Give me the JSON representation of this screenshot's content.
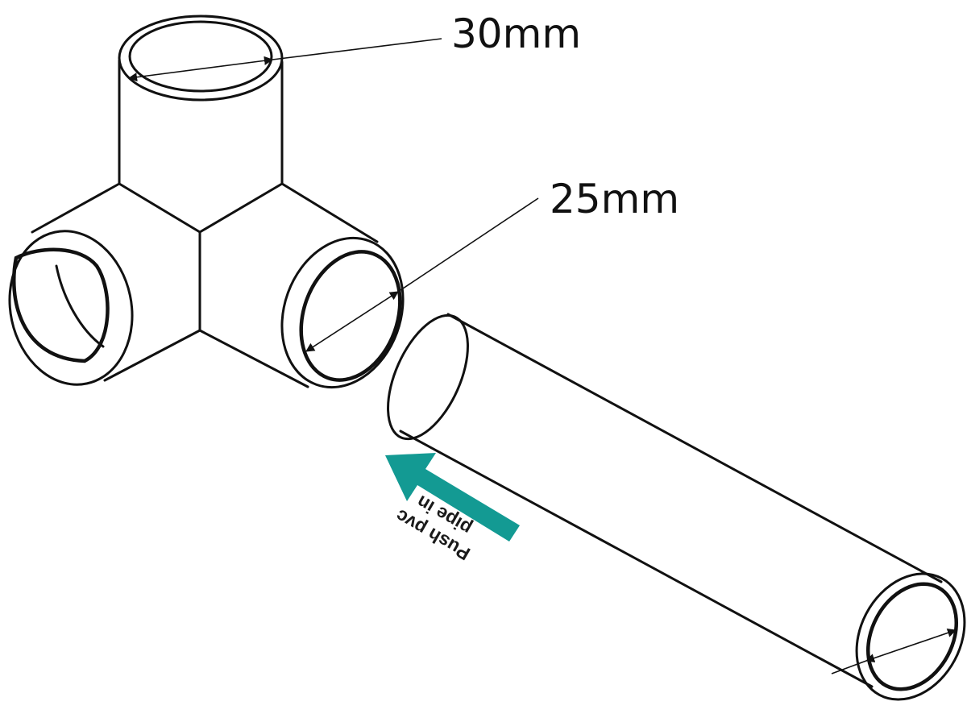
{
  "labels": {
    "top_diameter": "30mm",
    "side_diameter": "25mm",
    "push_line1": "Push pvc",
    "push_line2": "pipe in"
  },
  "colors": {
    "arrow": "#139a93",
    "line": "#111111",
    "background": "#ffffff"
  }
}
